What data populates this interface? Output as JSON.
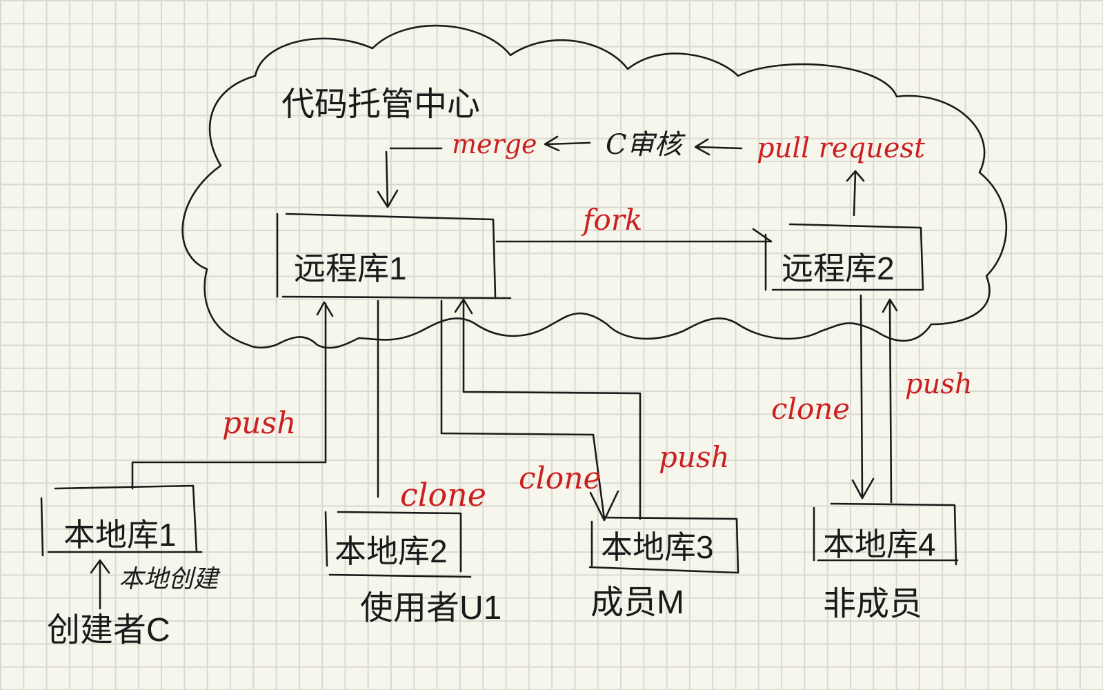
{
  "cloud_label": "代码托管中心",
  "remote_repos": [
    {
      "label": "远程库1"
    },
    {
      "label": "远程库2"
    }
  ],
  "local_repos": [
    {
      "label": "本地库1",
      "owner": "创建者C",
      "note": "本地创建"
    },
    {
      "label": "本地库2",
      "owner": "使用者U1"
    },
    {
      "label": "本地库3",
      "owner": "成员M"
    },
    {
      "label": "本地库4",
      "owner": "非成员"
    }
  ],
  "review_flow": {
    "merge": "merge",
    "review": "C审核",
    "pull_request": "pull request",
    "fork": "fork"
  },
  "edges": {
    "push_c": "push",
    "clone_u1": "clone",
    "clone_m": "clone",
    "push_m": "push",
    "clone_4": "clone",
    "push_4": "push"
  },
  "colors": {
    "ink": "#1a1a1a",
    "annotation": "#cc1f1f",
    "paper": "#f7f6ec",
    "grid": "#d9d9d2"
  }
}
